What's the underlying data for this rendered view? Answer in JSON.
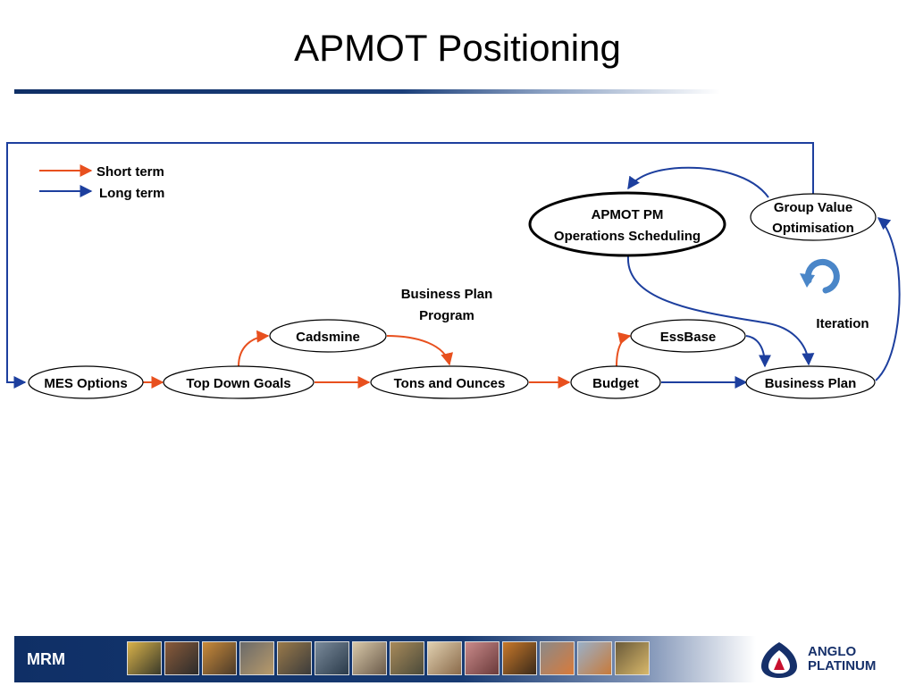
{
  "slide": {
    "title": "APMOT Positioning"
  },
  "legend": {
    "short_term": {
      "label": "Short term",
      "color": "#e8501e"
    },
    "long_term": {
      "label": "Long term",
      "color": "#1d3f9e"
    }
  },
  "nodes": {
    "mes_options": "MES Options",
    "top_down_goals": "Top Down Goals",
    "cadsmine": "Cadsmine",
    "tons_and_ounces": "Tons and Ounces",
    "budget": "Budget",
    "essbase": "EssBase",
    "business_plan": "Business Plan",
    "apmot_pm": [
      "APMOT PM",
      "Operations Scheduling"
    ],
    "group_value": [
      "Group Value",
      "Optimisation"
    ]
  },
  "annotations": {
    "business_plan_program": [
      "Business Plan",
      "Program"
    ],
    "iteration": "Iteration"
  },
  "icons": {
    "iteration": "refresh-cycle-icon",
    "logo": "anglo-platinum-logo-icon"
  },
  "footer": {
    "label": "MRM",
    "brand": [
      "ANGLO",
      "PLATINUM"
    ]
  },
  "colors": {
    "brand_navy": "#0f2f66",
    "accent_blue": "#4a86c8"
  }
}
